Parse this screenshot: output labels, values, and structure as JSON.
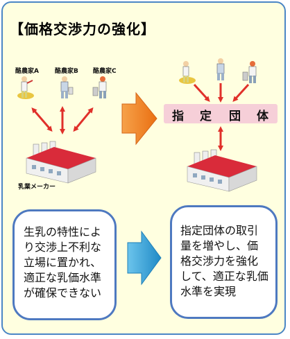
{
  "title": "【価格交渉力の強化】",
  "farmers": [
    {
      "label": "酪農家A"
    },
    {
      "label": "酪農家B"
    },
    {
      "label": "酪農家C"
    }
  ],
  "maker_label": "乳業メーカー",
  "designated_org": {
    "chars": [
      "指",
      "定",
      "団",
      "体"
    ]
  },
  "left_box_lines": [
    "生乳の特性によ",
    "り交渉上不利な",
    "立場に置かれ、",
    "適正な乳価水準",
    "が確保できない"
  ],
  "right_box_lines": [
    "指定団体の取引",
    "量を増やし、価",
    "格交渉力を強化",
    "して、適正な乳価",
    "水準を実現"
  ],
  "colors": {
    "frame_border": "#4a86c5",
    "background": "#ffffe0",
    "band": "#f6cfd8",
    "arrow_red": "#e0302a",
    "arrow_orange": "#f08a1c",
    "arrow_blue": "#2b9ad4",
    "factory_roof": "#d92b3a"
  }
}
